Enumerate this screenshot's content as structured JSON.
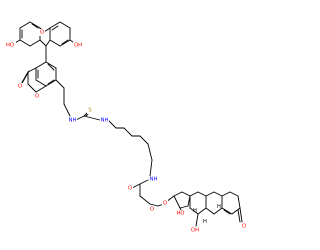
{
  "colors": {
    "background": "#ffffff",
    "bond": "#000000",
    "oxygen": "#ff0000",
    "nitrogen": "#0000ff",
    "sulfur": "#b8860b"
  },
  "labels": {
    "ho_left": "HO",
    "oh_right": "OH",
    "xanthene_o": "O",
    "lactone_o": "O",
    "lactone_carbonyl_o": "O",
    "thiourea_nh1": "NH",
    "thiourea_s": "S",
    "thiourea_nh2": "NH",
    "amide_nh": "NH",
    "amide_o": "O",
    "ester_o_bottom": "O",
    "ester_o": "O",
    "steroid_c17_ho": "HO",
    "steroid_c11_oh": "OH",
    "steroid_ketone_o": "O",
    "steroid_h_1": "H",
    "steroid_h_2": "H",
    "steroid_h_3": "H"
  }
}
